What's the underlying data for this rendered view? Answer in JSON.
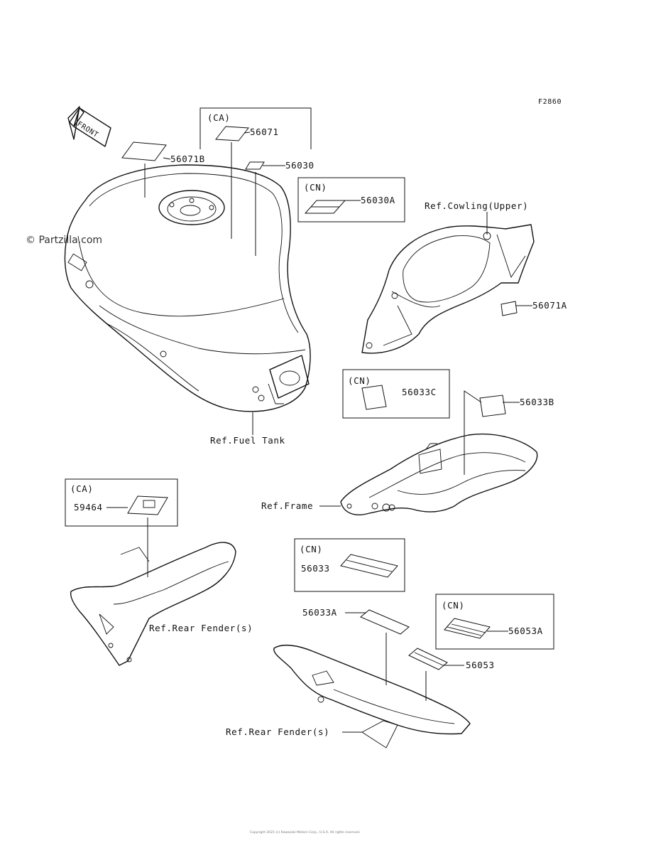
{
  "figure_code": "F2860",
  "watermark": "© Partzilla.com",
  "front_arrow_label": "FRONT",
  "labels": {
    "p56071B": "56071B",
    "p56071": "56071",
    "p56030": "56030",
    "p56030A": "56030A",
    "p56071A": "56071A",
    "p56033C": "56033C",
    "p56033B": "56033B",
    "p59464": "59464",
    "p56033": "56033",
    "p56033A": "56033A",
    "p56053A": "56053A",
    "p56053": "56053"
  },
  "region_tags": {
    "ca_top": "(CA)",
    "cn_56030A": "(CN)",
    "cn_56033C": "(CN)",
    "ca_59464": "(CA)",
    "cn_56033": "(CN)",
    "cn_56053A": "(CN)"
  },
  "references": {
    "cowling_upper": "Ref.Cowling(Upper)",
    "fuel_tank": "Ref.Fuel Tank",
    "frame": "Ref.Frame",
    "rear_fender_1": "Ref.Rear Fender(s)",
    "rear_fender_2": "Ref.Rear Fender(s)"
  },
  "footer_copyright": "Copyright 2021 (c) Kawasaki Motors Corp., U.S.A. All rights reserved."
}
